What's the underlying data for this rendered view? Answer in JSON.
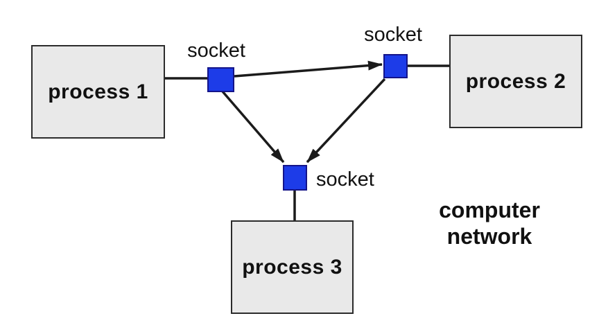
{
  "processes": [
    {
      "label": "process 1"
    },
    {
      "label": "process 2"
    },
    {
      "label": "process 3"
    }
  ],
  "sockets": [
    {
      "label": "socket"
    },
    {
      "label": "socket"
    },
    {
      "label": "socket"
    }
  ],
  "network": {
    "lines": [
      "computer",
      "network"
    ]
  },
  "connections": [
    {
      "from": "process 1",
      "to": "socket 1",
      "type": "line"
    },
    {
      "from": "socket 2",
      "to": "process 2",
      "type": "line"
    },
    {
      "from": "socket 3",
      "to": "process 3",
      "type": "line"
    },
    {
      "from": "socket 1",
      "to": "socket 2",
      "type": "arrow"
    },
    {
      "from": "socket 1",
      "to": "socket 3",
      "type": "arrow"
    },
    {
      "from": "socket 2",
      "to": "socket 3",
      "type": "arrow"
    }
  ],
  "colors": {
    "line_color": "#1b1b1b",
    "socket_fill": "#1d3ce8",
    "socket_border": "#141489",
    "box_fill": "#e9e9e9",
    "box_border": "#2b2b2b",
    "text_color": "#111111"
  }
}
